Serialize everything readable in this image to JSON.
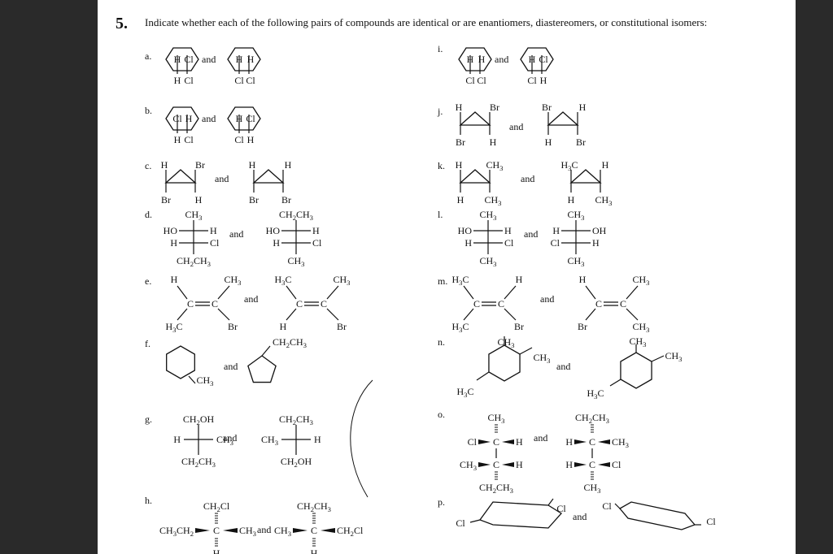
{
  "question": {
    "number": "5.",
    "text": "Indicate whether each of the following pairs of compounds are identical or are enantiomers, diastereomers, or constitutional isomers:"
  },
  "connector": "and",
  "parts": [
    {
      "label": "a.",
      "left": {
        "top": [
          "H",
          "Cl"
        ],
        "bottom": [
          "H",
          "Cl"
        ]
      },
      "right": {
        "top": [
          "H",
          "H"
        ],
        "bottom": [
          "Cl",
          "Cl"
        ]
      }
    },
    {
      "label": "b.",
      "left": {
        "top": [
          "Cl",
          "H"
        ],
        "bottom": [
          "H",
          "Cl"
        ]
      },
      "right": {
        "top": [
          "H",
          "Cl"
        ],
        "bottom": [
          "Cl",
          "H"
        ]
      }
    },
    {
      "label": "c.",
      "left": {
        "top": [
          "H",
          "Br"
        ],
        "bottom": [
          "Br",
          "H"
        ]
      },
      "right": {
        "top": [
          "H",
          "H"
        ],
        "bottom": [
          "Br",
          "Br"
        ]
      }
    },
    {
      "label": "d.",
      "left": {
        "top": "CH3",
        "row1": [
          "HO",
          "H"
        ],
        "row2": [
          "H",
          "Cl"
        ],
        "bottom": "CH2CH3"
      },
      "right": {
        "top": "CH2CH3",
        "row1": [
          "HO",
          "H"
        ],
        "row2": [
          "H",
          "Cl"
        ],
        "bottom": "CH3"
      }
    },
    {
      "label": "e.",
      "left": {
        "tl": "H",
        "tr": "CH3",
        "bl": "H3C",
        "br": "Br"
      },
      "right": {
        "tl": "H3C",
        "tr": "CH3",
        "bl": "H",
        "br": "Br"
      }
    },
    {
      "label": "f.",
      "left": "CH3",
      "right": "CH2CH3"
    },
    {
      "label": "g.",
      "left": {
        "top": "CH2OH",
        "l": "H",
        "r": "CH3",
        "bottom": "CH2CH3"
      },
      "right": {
        "top": "CH2CH3",
        "l": "CH3",
        "r": "H",
        "bottom": "CH2OH"
      }
    },
    {
      "label": "h.",
      "left": {
        "top": "CH2Cl",
        "l": "CH3CH2",
        "c": "C",
        "r": "CH3",
        "bottom": "H"
      },
      "right": {
        "top": "CH2CH3",
        "l": "CH3",
        "c": "C",
        "r": "CH2Cl",
        "bottom": "H"
      }
    },
    {
      "label": "i.",
      "left": {
        "top": [
          "H",
          "H"
        ],
        "bottom": [
          "Cl",
          "Cl"
        ]
      },
      "right": {
        "top": [
          "H",
          "Cl"
        ],
        "bottom": [
          "Cl",
          "H"
        ]
      }
    },
    {
      "label": "j.",
      "left": {
        "top": [
          "H",
          "Br"
        ],
        "bottom": [
          "Br",
          "H"
        ]
      },
      "right": {
        "top": [
          "Br",
          "H"
        ],
        "bottom": [
          "H",
          "Br"
        ]
      }
    },
    {
      "label": "k.",
      "left": {
        "top": [
          "H",
          "CH3"
        ],
        "bottom": [
          "H",
          "CH3"
        ]
      },
      "right": {
        "top": [
          "H3C",
          "H"
        ],
        "bottom": [
          "H",
          "CH3"
        ]
      }
    },
    {
      "label": "l.",
      "left": {
        "top": "CH3",
        "row1": [
          "HO",
          "H"
        ],
        "row2": [
          "H",
          "Cl"
        ],
        "bottom": "CH3"
      },
      "right": {
        "top": "CH3",
        "row1": [
          "H",
          "OH"
        ],
        "row2": [
          "Cl",
          "H"
        ],
        "bottom": "CH3"
      }
    },
    {
      "label": "m.",
      "left": {
        "tl": "H3C",
        "tr": "H",
        "bl": "H3C",
        "br": "Br"
      },
      "right": {
        "tl": "H",
        "tr": "CH3",
        "bl": "Br",
        "br": "CH3"
      }
    },
    {
      "label": "n.",
      "left": {
        "top": "CH3",
        "side": "CH3",
        "bottom": "H3C"
      },
      "right": {
        "top": "CH3",
        "side": "CH3",
        "bottom": "H3C"
      }
    },
    {
      "label": "o.",
      "left": {
        "top": "CH3",
        "r1": [
          "Cl",
          "C",
          "H"
        ],
        "r2": [
          "CH3",
          "C",
          "H"
        ],
        "bottom": "CH2CH3"
      },
      "right": {
        "top": "CH2CH3",
        "r1": [
          "H",
          "C",
          "CH3"
        ],
        "r2": [
          "H",
          "C",
          "Cl"
        ],
        "bottom": "CH3"
      }
    },
    {
      "label": "p.",
      "left": [
        "Cl",
        "Cl"
      ],
      "right": [
        "Cl",
        "Cl"
      ]
    }
  ]
}
